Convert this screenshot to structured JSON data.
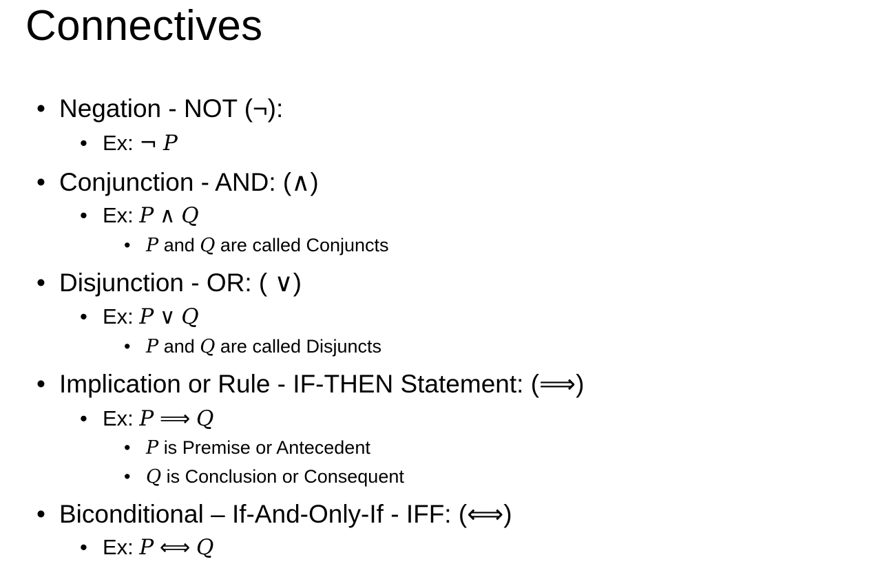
{
  "slide": {
    "title": "Connectives",
    "bullet": "•",
    "negation": {
      "heading": "Negation - NOT  (¬):",
      "ex_label": "Ex:",
      "ex_op": "¬",
      "ex_p": "P"
    },
    "conjunction": {
      "heading": "Conjunction - AND: (∧)",
      "ex_label": "Ex:",
      "ex_p": "P",
      "ex_op": "∧",
      "ex_q": "Q",
      "note_p": "P",
      "note_and": "and",
      "note_q": "Q",
      "note_rest": "are called Conjuncts"
    },
    "disjunction": {
      "heading": "Disjunction - OR: ( ∨)",
      "ex_label": "Ex:",
      "ex_p": "P",
      "ex_op": "∨",
      "ex_q": "Q",
      "note_p": "P",
      "note_and": "and",
      "note_q": "Q",
      "note_rest": "are called Disjuncts"
    },
    "implication": {
      "heading": "Implication or Rule - IF-THEN Statement:  (⟹)",
      "ex_label": "Ex:",
      "ex_p": "P",
      "ex_op": "⟹",
      "ex_q": "Q",
      "premise_p": "P",
      "premise_rest": "is Premise or Antecedent",
      "conclusion_q": "Q",
      "conclusion_rest": "is Conclusion or Consequent"
    },
    "biconditional": {
      "heading": "Biconditional – If-And-Only-If - IFF:  (⟺)",
      "ex_label": "Ex:",
      "ex_p": "P",
      "ex_op": "⟺",
      "ex_q": "Q"
    }
  }
}
